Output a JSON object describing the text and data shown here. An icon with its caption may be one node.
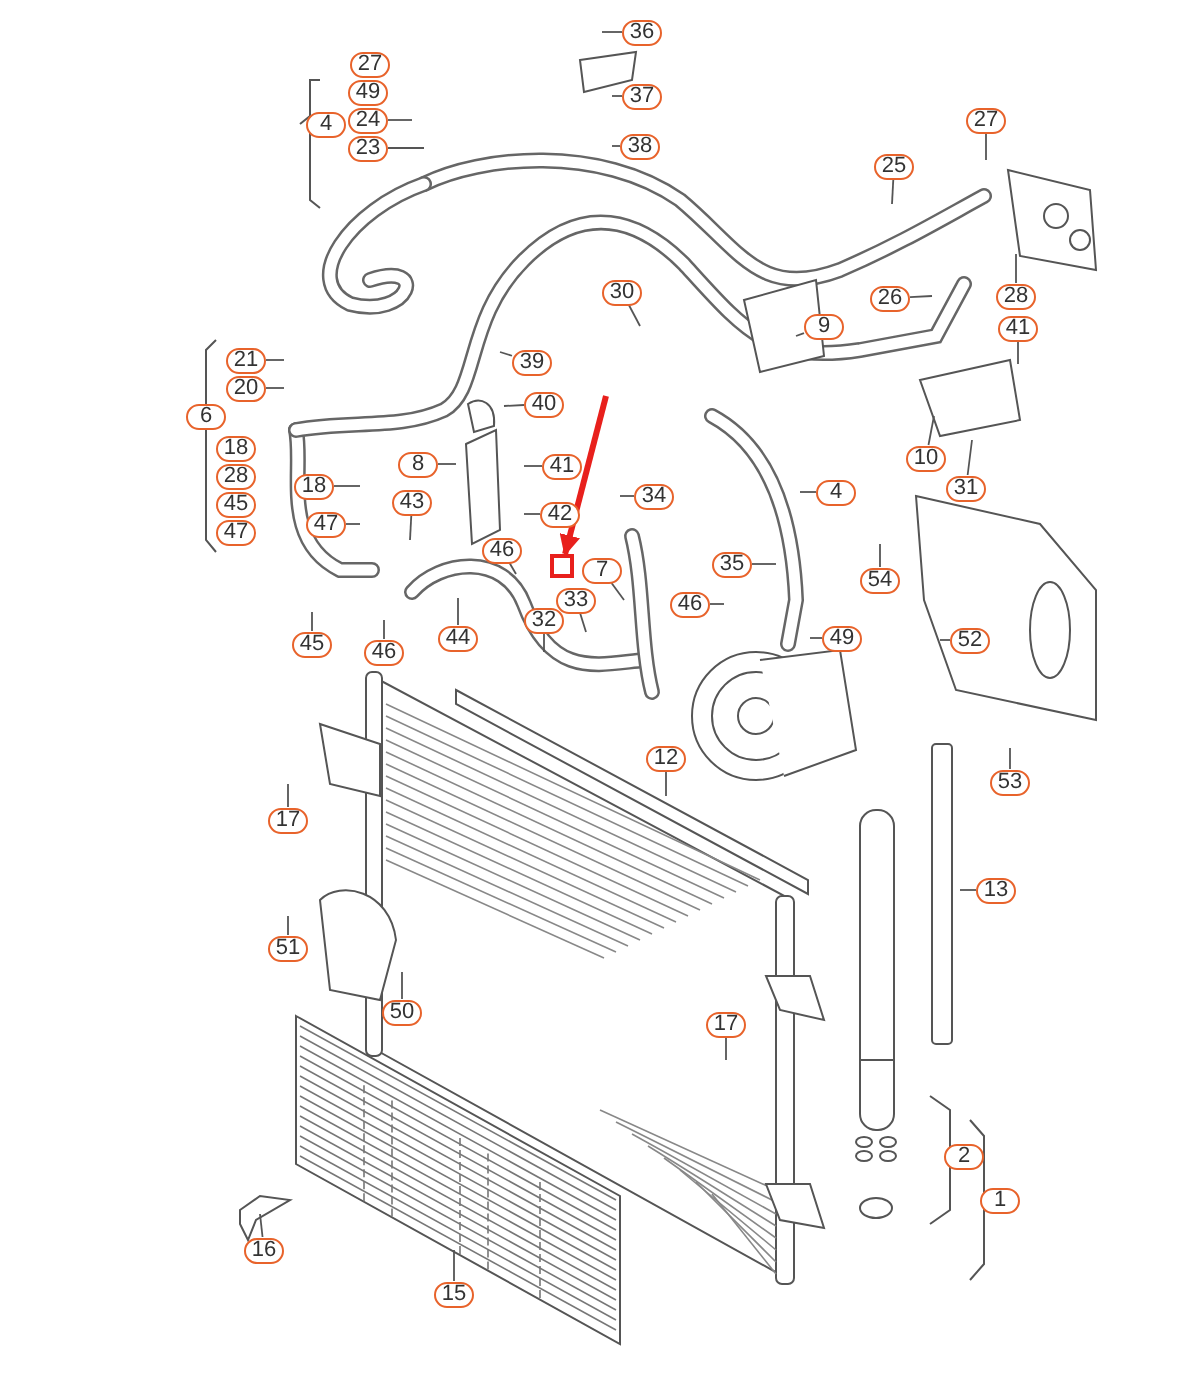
{
  "diagram": {
    "nodes": [
      {
        "text": [
          "36"
        ]
      },
      {
        "text": [
          "27"
        ]
      },
      {
        "text": [
          "49"
        ]
      },
      {
        "text": [
          "37"
        ]
      },
      {
        "text": [
          "24"
        ]
      },
      {
        "text": [
          "4"
        ]
      },
      {
        "text": [
          "27"
        ]
      },
      {
        "text": [
          "38"
        ]
      },
      {
        "text": [
          "23"
        ]
      },
      {
        "text": [
          "25"
        ]
      },
      {
        "text": [
          "30"
        ]
      },
      {
        "text": [
          "26"
        ]
      },
      {
        "text": [
          "28"
        ]
      },
      {
        "text": [
          "9"
        ]
      },
      {
        "text": [
          "41"
        ]
      },
      {
        "text": [
          "21"
        ]
      },
      {
        "text": [
          "39"
        ]
      },
      {
        "text": [
          "20"
        ]
      },
      {
        "text": [
          "40"
        ]
      },
      {
        "text": [
          "6"
        ]
      },
      {
        "text": [
          "18"
        ]
      },
      {
        "text": [
          "10"
        ]
      },
      {
        "text": [
          "8"
        ]
      },
      {
        "text": [
          "41"
        ]
      },
      {
        "text": [
          "28"
        ]
      },
      {
        "text": [
          "18"
        ]
      },
      {
        "text": [
          "31"
        ]
      },
      {
        "text": [
          "4"
        ]
      },
      {
        "text": [
          "34"
        ]
      },
      {
        "text": [
          "45"
        ]
      },
      {
        "text": [
          "43"
        ]
      },
      {
        "text": [
          "42"
        ]
      },
      {
        "text": [
          "47"
        ]
      },
      {
        "text": [
          "47"
        ]
      },
      {
        "text": [
          "46"
        ]
      },
      {
        "text": [
          "35"
        ]
      },
      {
        "text": [
          "7"
        ]
      },
      {
        "text": [
          "54"
        ]
      },
      {
        "text": [
          "33"
        ]
      },
      {
        "text": [
          "46"
        ]
      },
      {
        "text": [
          "32"
        ]
      },
      {
        "text": [
          "44"
        ]
      },
      {
        "text": [
          "49"
        ]
      },
      {
        "text": [
          "52"
        ]
      },
      {
        "text": [
          "45"
        ]
      },
      {
        "text": [
          "46"
        ]
      },
      {
        "text": [
          "12"
        ]
      },
      {
        "text": [
          "53"
        ]
      },
      {
        "text": [
          "17"
        ]
      },
      {
        "text": [
          "13"
        ]
      },
      {
        "text": [
          "51"
        ]
      },
      {
        "text": [
          "50"
        ]
      },
      {
        "text": [
          "17"
        ]
      },
      {
        "text": [
          "2"
        ]
      },
      {
        "text": [
          "1"
        ]
      },
      {
        "text": [
          "16"
        ]
      },
      {
        "text": [
          "15"
        ]
      },
      {
        "text": [],
        "shape": "box"
      }
    ],
    "edges": [
      {
        "from": 0,
        "to": null,
        "arrow": "none"
      },
      {
        "from": 3,
        "to": null,
        "arrow": "none"
      },
      {
        "from": 4,
        "to": null,
        "arrow": "none"
      },
      {
        "from": 6,
        "to": null,
        "arrow": "none"
      },
      {
        "from": 7,
        "to": null,
        "arrow": "none"
      },
      {
        "from": 8,
        "to": null,
        "arrow": "none"
      },
      {
        "from": 9,
        "to": null,
        "arrow": "none"
      },
      {
        "from": 10,
        "to": null,
        "arrow": "none"
      },
      {
        "from": 11,
        "to": null,
        "arrow": "none"
      },
      {
        "from": 12,
        "to": null,
        "arrow": "none"
      },
      {
        "from": 13,
        "to": null,
        "arrow": "none"
      },
      {
        "from": 14,
        "to": null,
        "arrow": "none"
      },
      {
        "from": 15,
        "to": null,
        "arrow": "none"
      },
      {
        "from": 16,
        "to": null,
        "arrow": "none"
      },
      {
        "from": 17,
        "to": null,
        "arrow": "none"
      },
      {
        "from": 18,
        "to": null,
        "arrow": "none"
      },
      {
        "from": 21,
        "to": null,
        "arrow": "none"
      },
      {
        "from": 22,
        "to": null,
        "arrow": "none"
      },
      {
        "from": 23,
        "to": null,
        "arrow": "none"
      },
      {
        "from": 25,
        "to": null,
        "arrow": "none"
      },
      {
        "from": 26,
        "to": null,
        "arrow": "none"
      },
      {
        "from": 27,
        "to": null,
        "arrow": "none"
      },
      {
        "from": 28,
        "to": null,
        "arrow": "none"
      },
      {
        "from": 30,
        "to": null,
        "arrow": "none"
      },
      {
        "from": 31,
        "to": null,
        "arrow": "none"
      },
      {
        "from": 33,
        "to": null,
        "arrow": "none"
      },
      {
        "from": 34,
        "to": null,
        "arrow": "none"
      },
      {
        "from": 35,
        "to": null,
        "arrow": "none"
      },
      {
        "from": 36,
        "to": null,
        "arrow": "none"
      },
      {
        "from": 37,
        "to": null,
        "arrow": "none"
      },
      {
        "from": 38,
        "to": null,
        "arrow": "none"
      },
      {
        "from": 39,
        "to": null,
        "arrow": "none"
      },
      {
        "from": 40,
        "to": null,
        "arrow": "none"
      },
      {
        "from": 41,
        "to": null,
        "arrow": "none"
      },
      {
        "from": 42,
        "to": null,
        "arrow": "none"
      },
      {
        "from": 43,
        "to": null,
        "arrow": "none"
      },
      {
        "from": 44,
        "to": null,
        "arrow": "none"
      },
      {
        "from": 45,
        "to": null,
        "arrow": "none"
      },
      {
        "from": 46,
        "to": null,
        "arrow": "none"
      },
      {
        "from": 47,
        "to": null,
        "arrow": "none"
      },
      {
        "from": 48,
        "to": null,
        "arrow": "none"
      },
      {
        "from": 49,
        "to": null,
        "arrow": "none"
      },
      {
        "from": 50,
        "to": null,
        "arrow": "none"
      },
      {
        "from": 51,
        "to": null,
        "arrow": "none"
      },
      {
        "from": 52,
        "to": null,
        "arrow": "none"
      },
      {
        "from": 55,
        "to": null,
        "arrow": "none"
      },
      {
        "from": 56,
        "to": null,
        "arrow": "none"
      },
      {
        "from": null,
        "to": 57,
        "arrow": "to",
        "style": "thick",
        "color": "#e8201c"
      }
    ]
  }
}
